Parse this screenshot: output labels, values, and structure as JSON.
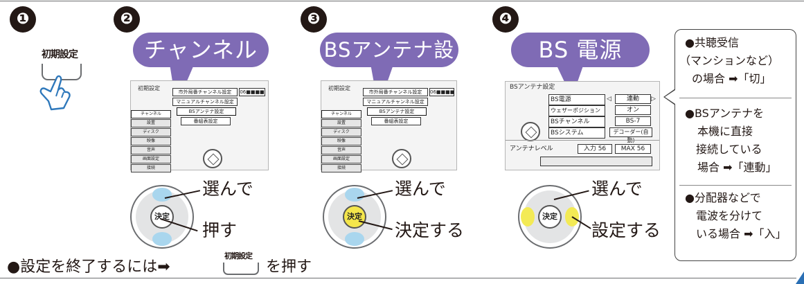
{
  "steps": [
    "❶",
    "❷",
    "❸",
    "❹"
  ],
  "button_caption": "初期設定",
  "bubbles": {
    "s2": "チャンネル",
    "s3": "BSアンテナ設定",
    "s4": "BS 電源"
  },
  "menu_title": "初期設定",
  "tabs": [
    "チャンネル",
    "設置",
    "ディスク",
    "映像",
    "音声",
    "画面設定",
    "接続"
  ],
  "menu_items": [
    "市外局番チャンネル設定",
    "マニュアルチャンネル設定",
    "BSアンテナ設定",
    "番組表設定"
  ],
  "menu_value": "06■■■■",
  "bs_screen": {
    "title": "BSアンテナ設定",
    "rows": [
      {
        "label": "BS電源",
        "value": "連動"
      },
      {
        "label": "ウェザーポジション",
        "value": "オン"
      },
      {
        "label": "BSチャンネル",
        "value": "BS-7"
      },
      {
        "label": "BSシステム",
        "value": "デコーダー(自動)"
      }
    ],
    "level_label": "アンテナレベル",
    "input_label": "入力 56",
    "max_label": "MAX 56"
  },
  "dpad_label": "決定",
  "actions": {
    "s2_select": "選んで",
    "s2_press": "押す",
    "s3_select": "選んで",
    "s3_confirm": "決定する",
    "s4_select": "選んで",
    "s4_set": "設定する"
  },
  "notes": {
    "n1": [
      "●共聴受信",
      "（マンションなど）",
      "の場合 ➡「切」"
    ],
    "n2": [
      "●BSアンテナを",
      "本機に直接",
      "接続している",
      "場合 ➡「連動」"
    ],
    "n3": [
      "●分配器などで",
      "電波を分けて",
      "いる場合 ➡「入」"
    ]
  },
  "footer": {
    "lead": "●設定を終了するには➡",
    "button_caption": "初期設定",
    "tail": "を押す"
  },
  "colors": {
    "bubble": "#7f6bb5",
    "highlight_blue": "#a9d6ee",
    "highlight_yellow": "#f3ea55",
    "rule": "#6c6e70"
  },
  "icons": [
    "hand-pointer-icon",
    "dial-icon",
    "arrow-right-icon"
  ]
}
